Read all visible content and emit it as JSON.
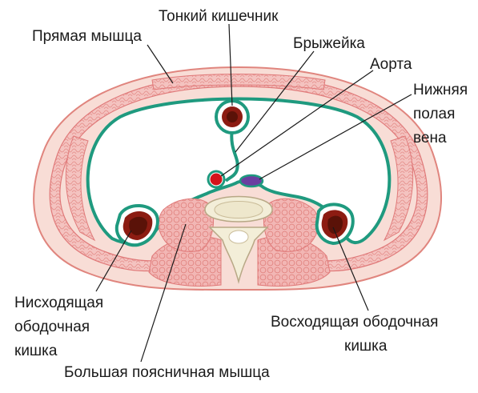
{
  "labels": {
    "small_intestine": "Тонкий кишечник",
    "rectus_abdominis": "Прямая мышца",
    "mesentery": "Брыжейка",
    "aorta": "Аорта",
    "ivc_line1": "Нижняя",
    "ivc_line2": "полая",
    "ivc_line3": "вена",
    "descending_colon_line1": "Нисходящая",
    "descending_colon_line2": "ободочная",
    "descending_colon_line3": "кишка",
    "ascending_colon_line1": "Восходящая ободочная",
    "ascending_colon_line2": "кишка",
    "psoas_major": "Большая поясничная мышца"
  },
  "colors": {
    "skin": "#f7d9d2",
    "skin_outline": "#e0857e",
    "muscle": "#f2b3b3",
    "muscle_stroke": "#e07a7a",
    "peritoneum": "#1f9a7f",
    "bowel_wall": "#8c1c12",
    "bowel_lumen": "#5a1208",
    "aorta": "#d4131b",
    "ivc": "#6a3fa0",
    "bone": "#f3eed8",
    "bone_outline": "#b8a886"
  }
}
